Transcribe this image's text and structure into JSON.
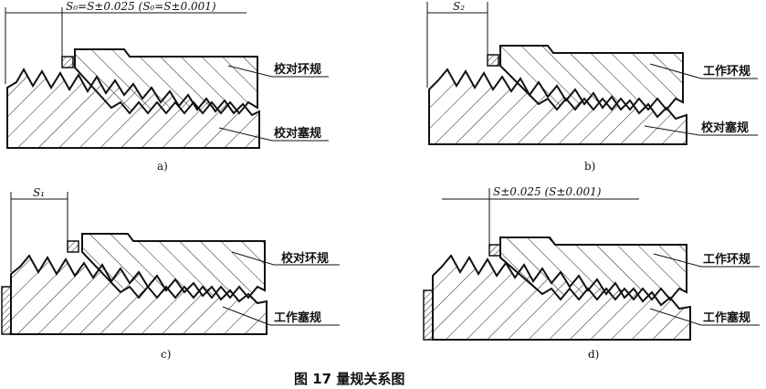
{
  "panels": [
    {
      "id": "a",
      "dim_text": "S₀=S±0.025 (S₀=S±0.001)",
      "upper_label": "校对环规",
      "lower_label": "校对塞规",
      "sub_label": "a)"
    },
    {
      "id": "b",
      "dim_text": "S₂",
      "upper_label": "工作环规",
      "lower_label": "校对塞规",
      "sub_label": "b)"
    },
    {
      "id": "c",
      "dim_text": "S₁",
      "upper_label": "校对环规",
      "lower_label": "工作塞规",
      "sub_label": "c)"
    },
    {
      "id": "d",
      "dim_text": "S±0.025 (S±0.001)",
      "upper_label": "工作环规",
      "lower_label": "工作塞规",
      "sub_label": "d)"
    }
  ],
  "caption": "图 17    量规关系图"
}
